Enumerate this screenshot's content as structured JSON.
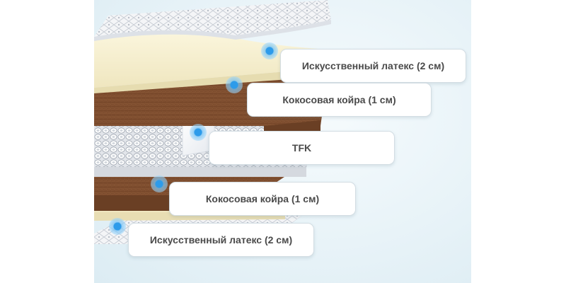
{
  "layers": [
    {
      "id": "top-latex",
      "label": "Искусственный латекс (2 см)"
    },
    {
      "id": "top-coir",
      "label": "Кокосовая койра (1 см)"
    },
    {
      "id": "springs",
      "label": "TFK"
    },
    {
      "id": "bottom-coir",
      "label": "Кокосовая койра (1 см)"
    },
    {
      "id": "bottom-latex",
      "label": "Искусственный латекс (2 см)"
    }
  ],
  "colors": {
    "accent_dot": "#2d9bea",
    "coir": "#7a4a2c",
    "latex": "#f6efcf",
    "label_text": "#4a4a4a"
  }
}
